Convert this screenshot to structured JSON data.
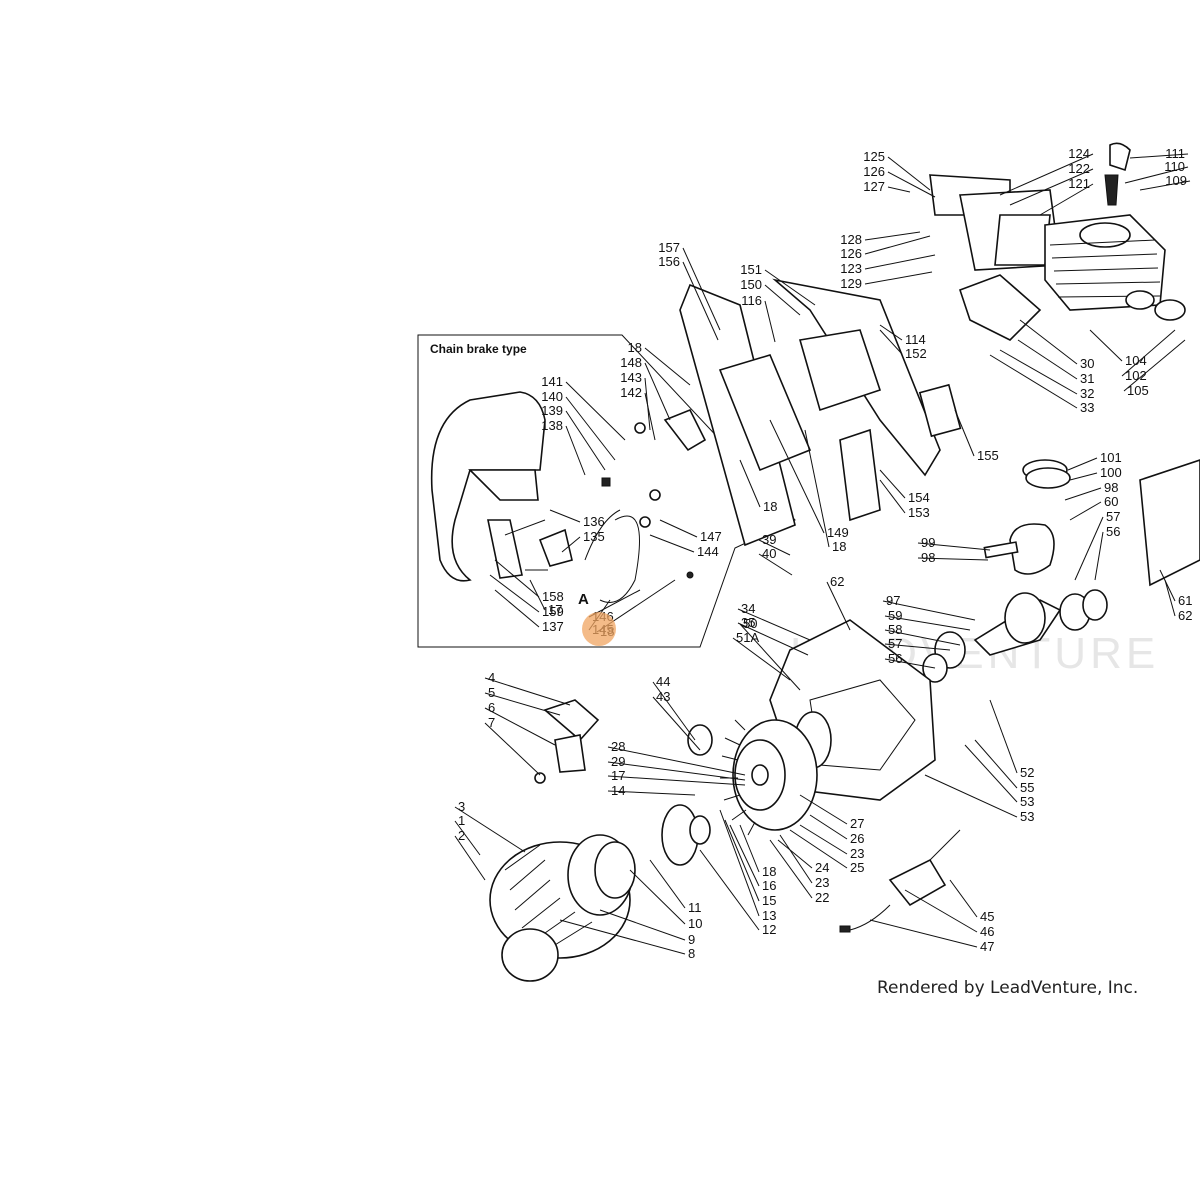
{
  "diagram": {
    "inset_title": "Chain brake type",
    "inset_marker": "A",
    "footer": "Rendered by LeadVenture, Inc.",
    "watermark": "LEADVENTURE",
    "highlight_color": "#f0a460",
    "highlighted_part": "145",
    "callouts": [
      {
        "id": "125",
        "label": "125"
      },
      {
        "id": "126a",
        "label": "126"
      },
      {
        "id": "127",
        "label": "127"
      },
      {
        "id": "124",
        "label": "124"
      },
      {
        "id": "122",
        "label": "122"
      },
      {
        "id": "121",
        "label": "121"
      },
      {
        "id": "111",
        "label": "111"
      },
      {
        "id": "110",
        "label": "110"
      },
      {
        "id": "109",
        "label": "109"
      },
      {
        "id": "128",
        "label": "128"
      },
      {
        "id": "126b",
        "label": "126"
      },
      {
        "id": "123",
        "label": "123"
      },
      {
        "id": "129",
        "label": "129"
      },
      {
        "id": "157",
        "label": "157"
      },
      {
        "id": "156",
        "label": "156"
      },
      {
        "id": "151",
        "label": "151"
      },
      {
        "id": "150",
        "label": "150"
      },
      {
        "id": "116",
        "label": "116"
      },
      {
        "id": "114",
        "label": "114"
      },
      {
        "id": "152",
        "label": "152"
      },
      {
        "id": "30",
        "label": "30"
      },
      {
        "id": "31",
        "label": "31"
      },
      {
        "id": "32",
        "label": "32"
      },
      {
        "id": "33",
        "label": "33"
      },
      {
        "id": "104",
        "label": "104"
      },
      {
        "id": "102",
        "label": "102"
      },
      {
        "id": "105",
        "label": "105"
      },
      {
        "id": "18a",
        "label": "18"
      },
      {
        "id": "148",
        "label": "148"
      },
      {
        "id": "143",
        "label": "143"
      },
      {
        "id": "142",
        "label": "142"
      },
      {
        "id": "141",
        "label": "141"
      },
      {
        "id": "140",
        "label": "140"
      },
      {
        "id": "139",
        "label": "139"
      },
      {
        "id": "138",
        "label": "138"
      },
      {
        "id": "136",
        "label": "136"
      },
      {
        "id": "135",
        "label": "135"
      },
      {
        "id": "147",
        "label": "147"
      },
      {
        "id": "144",
        "label": "144"
      },
      {
        "id": "18b",
        "label": "18"
      },
      {
        "id": "18c",
        "label": "18"
      },
      {
        "id": "149",
        "label": "149"
      },
      {
        "id": "155",
        "label": "155"
      },
      {
        "id": "154",
        "label": "154"
      },
      {
        "id": "153",
        "label": "153"
      },
      {
        "id": "101",
        "label": "101"
      },
      {
        "id": "100",
        "label": "100"
      },
      {
        "id": "98a",
        "label": "98"
      },
      {
        "id": "60",
        "label": "60"
      },
      {
        "id": "57a",
        "label": "57"
      },
      {
        "id": "56a",
        "label": "56"
      },
      {
        "id": "17a",
        "label": "17"
      },
      {
        "id": "158",
        "label": "158"
      },
      {
        "id": "159",
        "label": "159"
      },
      {
        "id": "137",
        "label": "137"
      },
      {
        "id": "145",
        "label": "145"
      },
      {
        "id": "146",
        "label": "146"
      },
      {
        "id": "18d",
        "label": "18"
      },
      {
        "id": "39",
        "label": "39"
      },
      {
        "id": "40",
        "label": "40"
      },
      {
        "id": "34",
        "label": "34"
      },
      {
        "id": "35",
        "label": "35"
      },
      {
        "id": "51A",
        "label": "51A"
      },
      {
        "id": "50",
        "label": "50"
      },
      {
        "id": "62a",
        "label": "62"
      },
      {
        "id": "99",
        "label": "99"
      },
      {
        "id": "98b",
        "label": "98"
      },
      {
        "id": "97",
        "label": "97"
      },
      {
        "id": "59",
        "label": "59"
      },
      {
        "id": "58",
        "label": "58"
      },
      {
        "id": "57b",
        "label": "57"
      },
      {
        "id": "56b",
        "label": "56"
      },
      {
        "id": "61",
        "label": "61"
      },
      {
        "id": "62b",
        "label": "62"
      },
      {
        "id": "4",
        "label": "4"
      },
      {
        "id": "5",
        "label": "5"
      },
      {
        "id": "6",
        "label": "6"
      },
      {
        "id": "7",
        "label": "7"
      },
      {
        "id": "44",
        "label": "44"
      },
      {
        "id": "43",
        "label": "43"
      },
      {
        "id": "28",
        "label": "28"
      },
      {
        "id": "29",
        "label": "29"
      },
      {
        "id": "17b",
        "label": "17"
      },
      {
        "id": "14",
        "label": "14"
      },
      {
        "id": "52",
        "label": "52"
      },
      {
        "id": "55",
        "label": "55"
      },
      {
        "id": "53a",
        "label": "53"
      },
      {
        "id": "53b",
        "label": "53"
      },
      {
        "id": "27",
        "label": "27"
      },
      {
        "id": "26",
        "label": "26"
      },
      {
        "id": "23a",
        "label": "23"
      },
      {
        "id": "25",
        "label": "25"
      },
      {
        "id": "24",
        "label": "24"
      },
      {
        "id": "23b",
        "label": "23"
      },
      {
        "id": "22",
        "label": "22"
      },
      {
        "id": "3",
        "label": "3"
      },
      {
        "id": "1",
        "label": "1"
      },
      {
        "id": "2",
        "label": "2"
      },
      {
        "id": "18e",
        "label": "18"
      },
      {
        "id": "16",
        "label": "16"
      },
      {
        "id": "15",
        "label": "15"
      },
      {
        "id": "13",
        "label": "13"
      },
      {
        "id": "12",
        "label": "12"
      },
      {
        "id": "11",
        "label": "11"
      },
      {
        "id": "10",
        "label": "10"
      },
      {
        "id": "9",
        "label": "9"
      },
      {
        "id": "8",
        "label": "8"
      },
      {
        "id": "45",
        "label": "45"
      },
      {
        "id": "46",
        "label": "46"
      },
      {
        "id": "47",
        "label": "47"
      }
    ]
  }
}
